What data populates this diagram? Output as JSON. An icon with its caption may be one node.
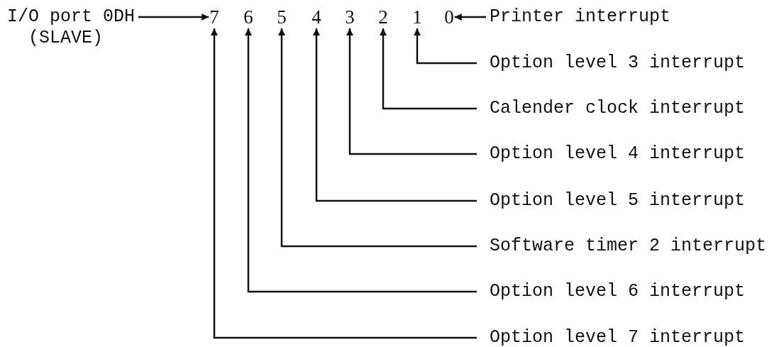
{
  "diagram": {
    "nodes": [
      {
        "text": [
          "I/O port 0DH",
          "(SLAVE)"
        ]
      },
      {
        "text": [
          "7"
        ]
      },
      {
        "text": [
          "6"
        ]
      },
      {
        "text": [
          "5"
        ]
      },
      {
        "text": [
          "4"
        ]
      },
      {
        "text": [
          "3"
        ]
      },
      {
        "text": [
          "2"
        ]
      },
      {
        "text": [
          "1"
        ]
      },
      {
        "text": [
          "0"
        ]
      },
      {
        "text": [
          "Printer interrupt"
        ]
      },
      {
        "text": [
          "Option level 3 interrupt"
        ]
      },
      {
        "text": [
          "Calender clock interrupt"
        ]
      },
      {
        "text": [
          "Option level 4 interrupt"
        ]
      },
      {
        "text": [
          "Option level 5 interrupt"
        ]
      },
      {
        "text": [
          "Software timer 2 interrupt"
        ]
      },
      {
        "text": [
          "Option level 6 interrupt"
        ]
      },
      {
        "text": [
          "Option level 7 interrupt"
        ]
      }
    ],
    "edges": [
      {
        "from": 0,
        "to": 1,
        "arrow": "to"
      },
      {
        "from": 9,
        "to": 8,
        "arrow": "to"
      },
      {
        "from": 10,
        "to": 7,
        "arrow": "to"
      },
      {
        "from": 11,
        "to": 6,
        "arrow": "to"
      },
      {
        "from": 12,
        "to": 5,
        "arrow": "to"
      },
      {
        "from": 13,
        "to": 4,
        "arrow": "to"
      },
      {
        "from": 14,
        "to": 3,
        "arrow": "to"
      },
      {
        "from": 15,
        "to": 2,
        "arrow": "to"
      },
      {
        "from": 16,
        "to": 1,
        "arrow": "to"
      }
    ]
  }
}
